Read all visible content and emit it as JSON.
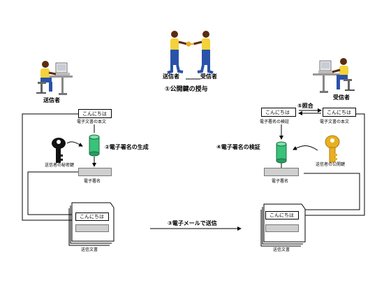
{
  "top": {
    "sender_label": "送信者",
    "receiver_label": "受信者",
    "step1": "①公開鍵の授与"
  },
  "left": {
    "sender_title": "送信者",
    "greeting": "こんにちは",
    "doc_body_label": "電子文書の本文",
    "step2": "②電子署名の生成",
    "private_key_label": "送信者の秘密鍵",
    "signature_label": "電子署名",
    "doc_greeting": "こんにちは",
    "doc_label": "送信文書"
  },
  "center": {
    "step3": "③電子メールで送信"
  },
  "right": {
    "receiver_title": "受信者",
    "greeting_decrypted": "こんにちは",
    "greeting_body": "こんにちは",
    "step5": "⑤照合",
    "verified_sig_label": "電子署名の検証",
    "doc_body_label": "電子文書の本文",
    "step4": "④電子署名の検証",
    "public_key_label": "送信者の公開鍵",
    "signature_label": "電子署名",
    "doc_greeting": "こんにちは",
    "doc_label": "送信文書"
  },
  "colors": {
    "key_gold": "#e8b020",
    "key_black": "#111111",
    "cylinder_green": "#39c27a",
    "signature_gray": "#cfcfcf",
    "shirt_yellow": "#f4d23a",
    "pants_blue": "#2a52a8"
  }
}
